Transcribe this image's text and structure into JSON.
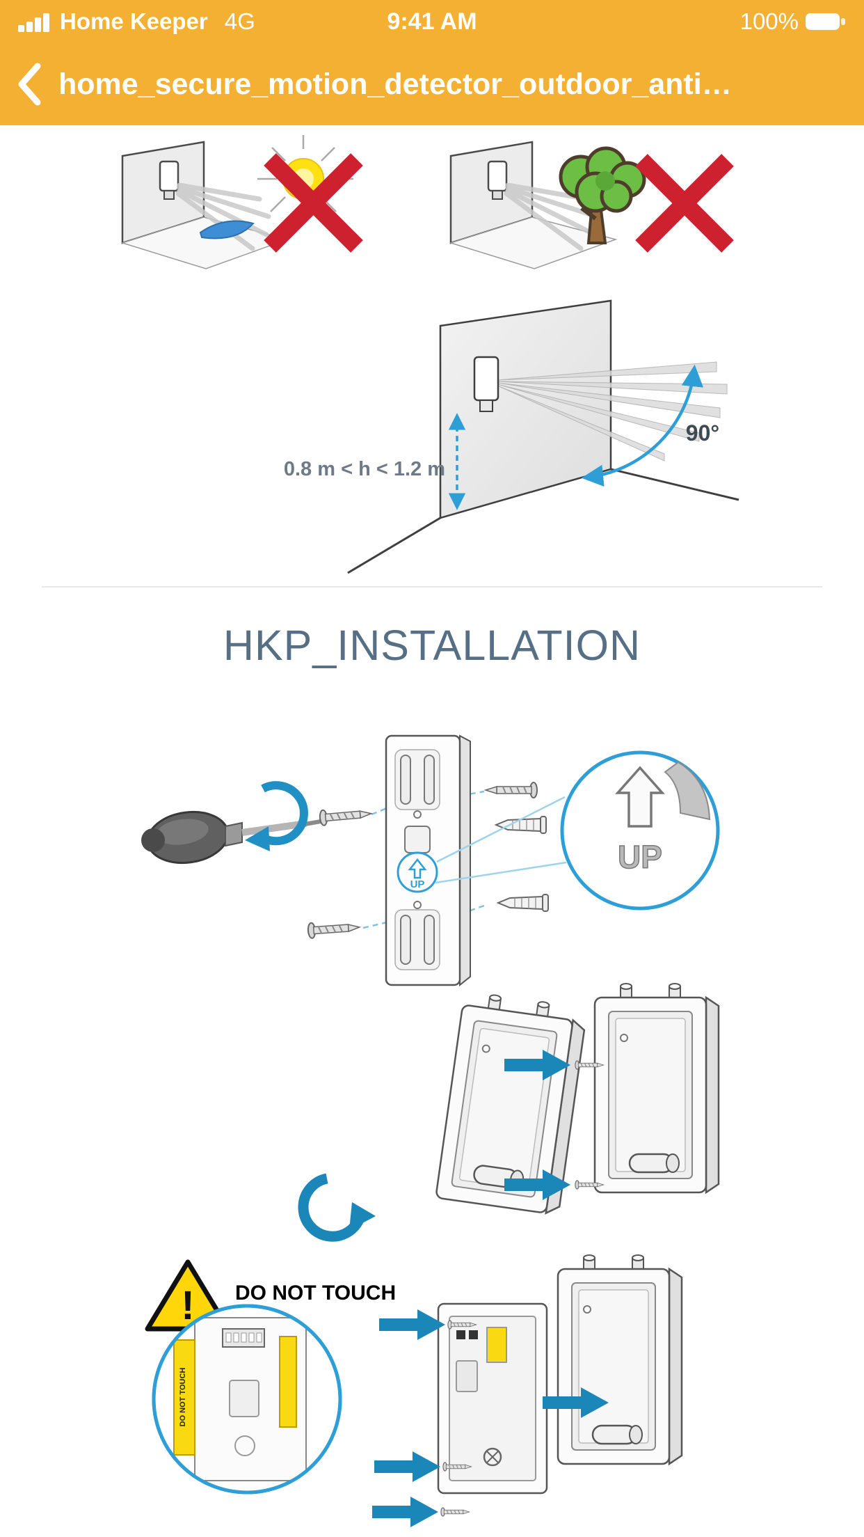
{
  "status_bar": {
    "carrier": "Home Keeper",
    "network": "4G",
    "time": "9:41 AM",
    "battery_percent": "100%"
  },
  "nav_bar": {
    "title": "home_secure_motion_detector_outdoor_anti…"
  },
  "manual": {
    "section_heading": "HKP_INSTALLATION",
    "height_range_label": "0.8 m < h < 1.2 m",
    "angle_label": "90°",
    "up_callout_label": "UP",
    "up_marker_label": "UP",
    "warning_mark": "!",
    "do_not_touch_label": "DO NOT TOUCH",
    "strip_label": "DO NOT TOUCH"
  },
  "colors": {
    "header_background": "#F4B032",
    "accent_blue": "#1B86B8",
    "callout_blue": "#2E9FD6",
    "alert_red": "#CE2130",
    "heading_text": "#566F84",
    "warning_yellow": "#FFD60A",
    "label_gray_blue": "#6E7B87"
  }
}
